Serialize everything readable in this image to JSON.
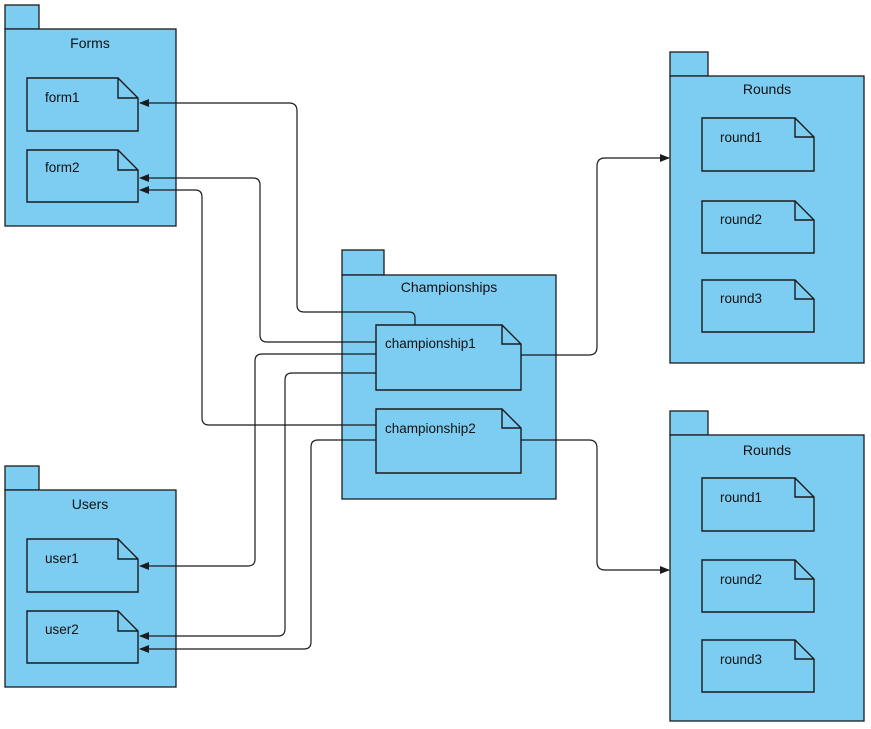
{
  "packages": {
    "forms": {
      "title": "Forms",
      "items": [
        "form1",
        "form2"
      ]
    },
    "rounds_top": {
      "title": "Rounds",
      "items": [
        "round1",
        "round2",
        "round3"
      ]
    },
    "championships": {
      "title": "Championships",
      "items": [
        "championship1",
        "championship2"
      ]
    },
    "users": {
      "title": "Users",
      "items": [
        "user1",
        "user2"
      ]
    },
    "rounds_bottom": {
      "title": "Rounds",
      "items": [
        "round1",
        "round2",
        "round3"
      ]
    }
  },
  "colors": {
    "package_fill": "#7dcdf3",
    "stroke": "#1b1b1b"
  }
}
